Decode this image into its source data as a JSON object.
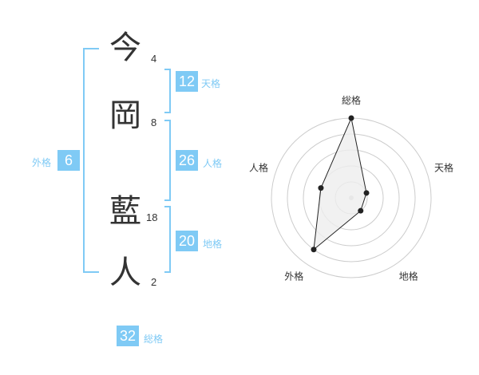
{
  "name": {
    "characters": [
      {
        "char": "今",
        "strokes": "4"
      },
      {
        "char": "岡",
        "strokes": "8"
      },
      {
        "char": "藍",
        "strokes": "18"
      },
      {
        "char": "人",
        "strokes": "2"
      }
    ]
  },
  "fortune": {
    "tenkaku": {
      "value": "12",
      "label": "天格"
    },
    "jinkaku": {
      "value": "26",
      "label": "人格"
    },
    "chikaku": {
      "value": "20",
      "label": "地格"
    },
    "gaikaku": {
      "value": "6",
      "label": "外格"
    },
    "soukaku": {
      "value": "32",
      "label": "総格"
    }
  },
  "radar": {
    "axes": [
      "総格",
      "天格",
      "地格",
      "外格",
      "人格"
    ],
    "levels": 5,
    "values": [
      5,
      1,
      1,
      4,
      2
    ],
    "colors": {
      "fill": "#eeeeee",
      "stroke": "#222222",
      "grid": "#cccccc",
      "center": "#cccccc"
    }
  },
  "colors": {
    "accent": "#7fcaf5",
    "text": "#333333"
  }
}
